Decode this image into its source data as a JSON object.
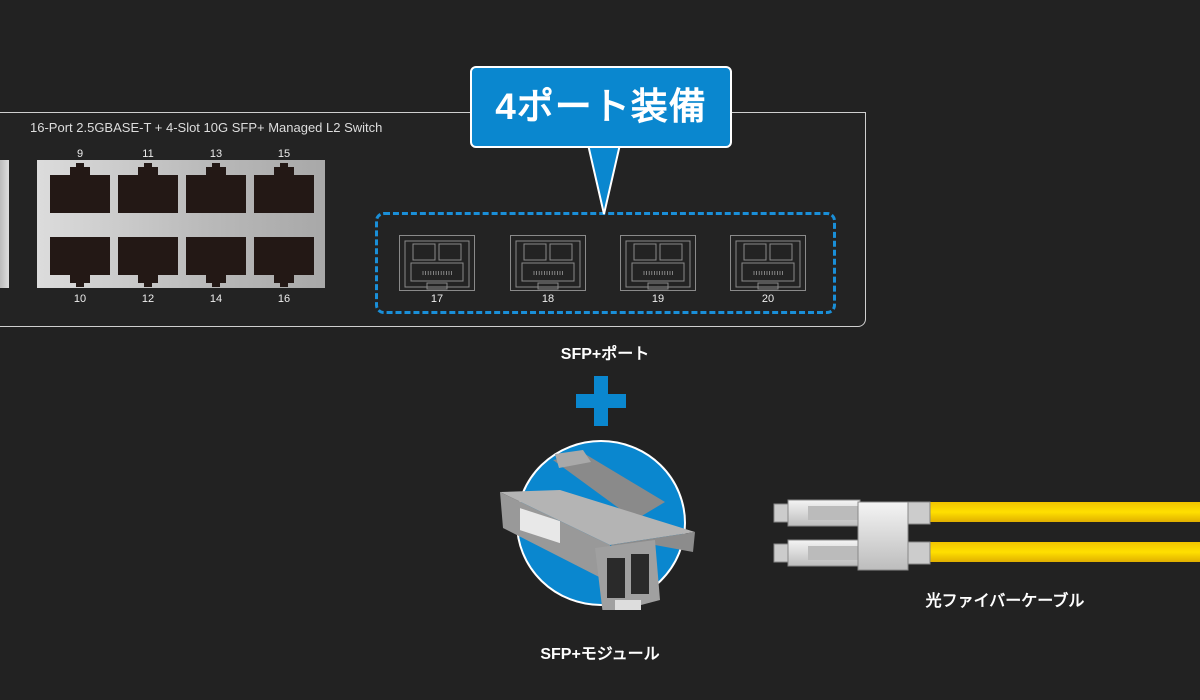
{
  "switch": {
    "model_title": "16-Port 2.5GBASE-T + 4-Slot 10G SFP+ Managed L2 Switch",
    "rj45_top_labels": [
      "9",
      "11",
      "13",
      "15"
    ],
    "rj45_bottom_labels": [
      "10",
      "12",
      "14",
      "16"
    ],
    "sfp_labels": [
      "17",
      "18",
      "19",
      "20"
    ]
  },
  "callout": {
    "text": "4ポート装備"
  },
  "labels": {
    "sfp_port": "SFP+ポート",
    "sfp_module": "SFP+モジュール",
    "fiber_cable": "光ファイバーケーブル"
  },
  "colors": {
    "accent": "#0a87cf",
    "background": "#222222",
    "cable": "#ffd400"
  }
}
